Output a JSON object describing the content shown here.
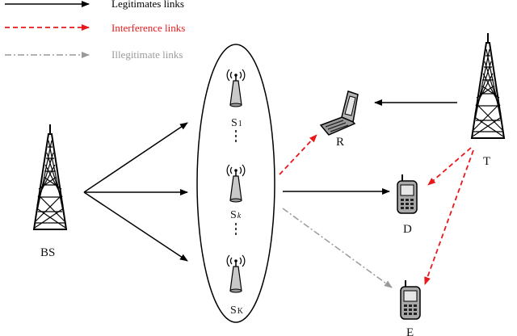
{
  "legend": {
    "legitimate": {
      "label": "Legitimates links",
      "color": "#000000"
    },
    "interference": {
      "label": "Interference links",
      "color": "#e8191c"
    },
    "illegitimate": {
      "label": "Illegitimate links",
      "color": "#9a9a9a"
    }
  },
  "nodes": {
    "bs": "BS",
    "t": "T",
    "r": "R",
    "d": "D",
    "e": "E",
    "s1_base": "S",
    "s1_sub": "1",
    "sk_base": "S",
    "sk_sub": "k",
    "sK_base": "S",
    "sK_sub": "K"
  },
  "icons": {
    "bs": "cell-tower-icon",
    "t": "cell-tower-icon",
    "relay": "antenna-icon",
    "r": "flip-phone-icon",
    "d": "mobile-phone-icon",
    "e": "mobile-phone-icon"
  }
}
